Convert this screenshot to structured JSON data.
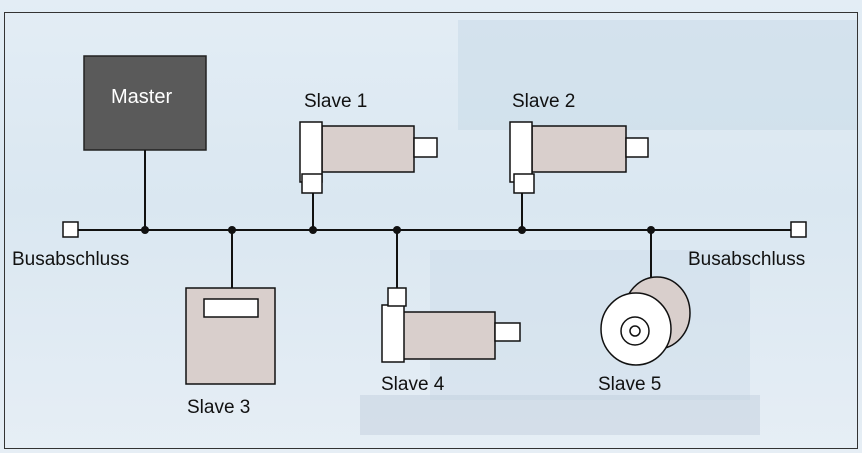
{
  "nodes": {
    "master": "Master",
    "slave1": "Slave 1",
    "slave2": "Slave 2",
    "slave3": "Slave 3",
    "slave4": "Slave 4",
    "slave5": "Slave 5",
    "terminator_left": "Busabschluss",
    "terminator_right": "Busabschluss"
  },
  "colors": {
    "master_fill": "#5a5a5a",
    "device_body": "#d9cfcc",
    "line": "#111111"
  },
  "icons": {
    "slave1": "servo-motor-icon",
    "slave2": "servo-motor-icon",
    "slave3": "control-panel-icon",
    "slave4": "servo-motor-icon",
    "slave5": "cable-drum-icon",
    "terminator": "bus-terminator-icon"
  }
}
